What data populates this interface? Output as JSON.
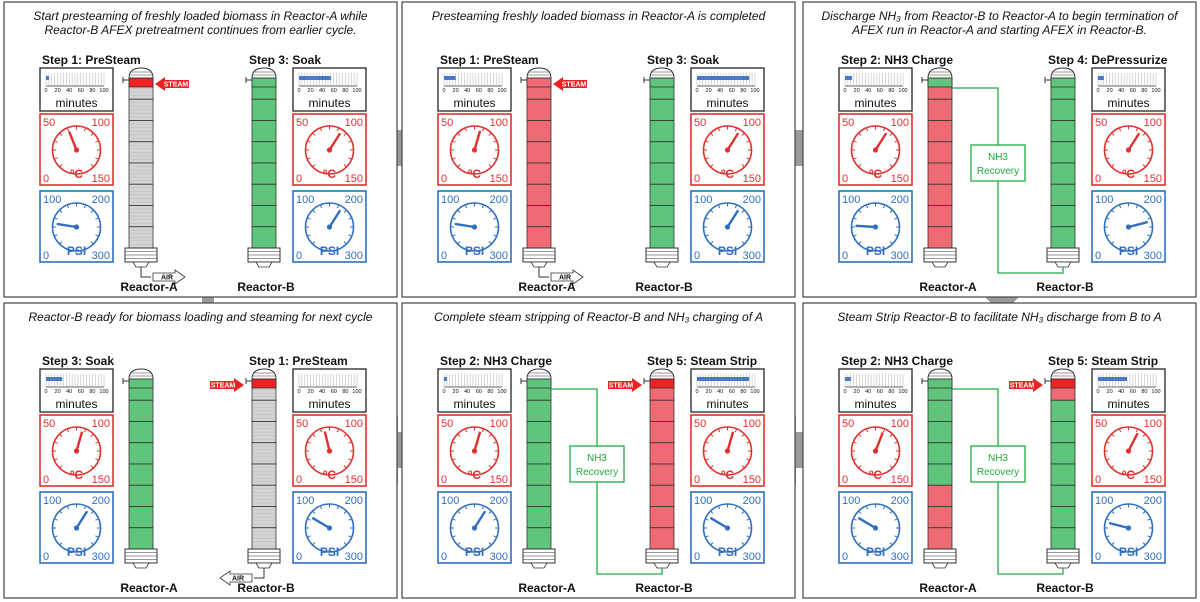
{
  "colors": {
    "steam": "#ee2222",
    "heated": "#ee6b73",
    "ammonia": "#5fc47c",
    "empty": "#d4d4d4",
    "temp_gauge": "#e0312f",
    "pressure_gauge": "#2f6fc0",
    "timer_bar": "#4a78c8",
    "recovery": "#22aa44",
    "arrow": "#9a9a9a"
  },
  "gauge_labels": {
    "temp": {
      "min": "0",
      "mid": "50",
      "max": "100",
      "hi": "150",
      "unit": "ºC"
    },
    "pressure": {
      "min": "0",
      "mid": "100",
      "max": "200",
      "hi": "300",
      "unit": "PSI"
    },
    "timer_ticks": [
      "0",
      "20",
      "40",
      "60",
      "80",
      "100"
    ],
    "timer_unit": "minutes"
  },
  "labels": {
    "steam": "STEAM",
    "air": "AIR",
    "recovery_line1": "NH3",
    "recovery_line2": "Recovery",
    "reactor_a": "Reactor-A",
    "reactor_b": "Reactor-B"
  },
  "panels": [
    {
      "caption_lines": [
        "Start presteaming of freshly loaded biomass in Reactor-A while",
        "Reactor-B AFEX pretreatment continues from earlier cycle."
      ],
      "left": {
        "step": "Step 1: PreSteam",
        "timer_fraction": 0.05,
        "temp_fraction": 0.42,
        "pressure_fraction": 0.2
      },
      "right": {
        "step": "Step 3: Soak",
        "timer_fraction": 0.55,
        "temp_fraction": 0.62,
        "pressure_fraction": 0.62
      },
      "reactor_a": {
        "fill": "empty",
        "top": "steam"
      },
      "reactor_b": {
        "fill": "ammonia",
        "top": "ammonia"
      },
      "flow": "steam-a-air"
    },
    {
      "caption_lines": [
        "Presteaming freshly loaded biomass in Reactor-A is completed"
      ],
      "left": {
        "step": "Step 1: PreSteam",
        "timer_fraction": 0.2,
        "temp_fraction": 0.56,
        "pressure_fraction": 0.2
      },
      "right": {
        "step": "Step 3: Soak",
        "timer_fraction": 0.9,
        "temp_fraction": 0.62,
        "pressure_fraction": 0.62
      },
      "reactor_a": {
        "fill": "heated",
        "top": "heated"
      },
      "reactor_b": {
        "fill": "ammonia",
        "top": "ammonia"
      },
      "flow": "steam-a-air"
    },
    {
      "caption_lines": [
        "Discharge NH₃ from Reactor-B to Reactor-A to begin termination of",
        "AFEX run in Reactor-A and starting AFEX in Reactor-B."
      ],
      "left": {
        "step": "Step 2: NH3 Charge",
        "timer_fraction": 0.12,
        "temp_fraction": 0.62,
        "pressure_fraction": 0.18
      },
      "right": {
        "step": "Step 4: DePressurize",
        "timer_fraction": 0.1,
        "temp_fraction": 0.62,
        "pressure_fraction": 0.78
      },
      "reactor_a": {
        "fill": "heated",
        "top": "ammonia"
      },
      "reactor_b": {
        "fill": "ammonia",
        "top": "ammonia"
      },
      "flow": "recovery-b-to-a"
    },
    {
      "caption_lines": [
        "Reactor-B ready for biomass loading and steaming for next cycle"
      ],
      "left": {
        "step": "Step 3: Soak",
        "timer_fraction": 0.28,
        "temp_fraction": 0.56,
        "pressure_fraction": 0.62
      },
      "right": {
        "step": "Step 1: PreSteam",
        "timer_fraction": 0.0,
        "temp_fraction": 0.45,
        "pressure_fraction": 0.28
      },
      "reactor_a": {
        "fill": "ammonia",
        "top": "ammonia"
      },
      "reactor_b": {
        "fill": "empty",
        "top": "steam"
      },
      "flow": "steam-b-air"
    },
    {
      "caption_lines": [
        "Complete steam stripping of Reactor-B and NH₃ charging of A"
      ],
      "left": {
        "step": "Step 2: NH3 Charge",
        "timer_fraction": 0.05,
        "temp_fraction": 0.56,
        "pressure_fraction": 0.62
      },
      "right": {
        "step": "Step 5: Steam Strip",
        "timer_fraction": 0.9,
        "temp_fraction": 0.56,
        "pressure_fraction": 0.28
      },
      "reactor_a": {
        "fill": "ammonia",
        "top": "ammonia"
      },
      "reactor_b": {
        "fill": "heated",
        "top": "steam"
      },
      "flow": "steam-b-recovery"
    },
    {
      "caption_lines": [
        "Steam Strip Reactor-B to facilitate NH₃ discharge from B to A"
      ],
      "left": {
        "step": "Step 2: NH3 Charge",
        "timer_fraction": 0.1,
        "temp_fraction": 0.58,
        "pressure_fraction": 0.28
      },
      "right": {
        "step": "Step 5: Steam Strip",
        "timer_fraction": 0.5,
        "temp_fraction": 0.6,
        "pressure_fraction": 0.22
      },
      "reactor_a": {
        "fill": "split",
        "top": "ammonia"
      },
      "reactor_b": {
        "fill": "ammonia-top-heated",
        "top": "steam"
      },
      "flow": "steam-b-recovery"
    }
  ]
}
